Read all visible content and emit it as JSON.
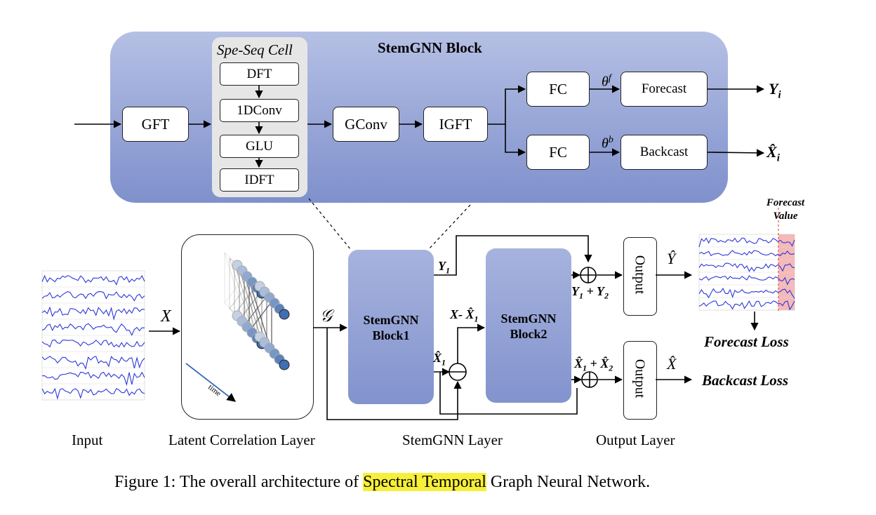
{
  "block": {
    "title": "StemGNN Block",
    "speseq_title": "Spe-Seq Cell",
    "speseq_items": [
      "DFT",
      "1DConv",
      "GLU",
      "IDFT"
    ],
    "gft": "GFT",
    "gconv": "GConv",
    "igft": "IGFT",
    "fc_top": "FC",
    "fc_bottom": "FC",
    "theta_f": "θ",
    "theta_f_sup": "f",
    "theta_b": "θ",
    "theta_b_sup": "b",
    "forecast": "Forecast",
    "backcast": "Backcast",
    "y_out": "Y",
    "y_out_sub": "i",
    "x_out": "X̂",
    "x_out_sub": "i"
  },
  "lower": {
    "x_input_label": "X",
    "graph_label": "𝒢",
    "time_label": "time",
    "block1": [
      "StemGNN",
      "Block1"
    ],
    "block2": [
      "StemGNN",
      "Block2"
    ],
    "y1": "Y",
    "y1_sub": "1",
    "x_minus": "X- X̂",
    "x_minus_sub": "1",
    "x1hat": "X̂",
    "x1hat_sub": "1",
    "y_sum": "Y",
    "y_sum_sub1": "1",
    "y_sum_mid": " + Y",
    "y_sum_sub2": "2",
    "x_sum": "X̂",
    "x_sum_sub1": "1",
    "x_sum_mid": " + X̂",
    "x_sum_sub2": "2",
    "output1": "Output",
    "output2": "Output",
    "y_hat": "Ŷ",
    "x_hat": "X̂",
    "forecast_value": [
      "Forecast",
      "Value"
    ],
    "forecast_loss": "Forecast Loss",
    "backcast_loss": "Backcast Loss"
  },
  "captions": {
    "input": "Input",
    "latent": "Latent Correlation Layer",
    "stemgnn_layer": "StemGNN Layer",
    "output_layer": "Output Layer"
  },
  "figure": {
    "prefix": "Figure 1: The overall architecture of ",
    "highlight": "Spectral Temporal",
    "suffix": " Graph Neural Network."
  },
  "colors": {
    "block_bg_top": "#b3bfe3",
    "block_bg_bottom": "#7e8fcb",
    "stem_block": "#8c9cd2",
    "speseq_bg": "#e6e6e6",
    "highlight": "#f7f03a",
    "series_line": "#2b38d6",
    "forecast_band": "#f3a7a8",
    "node_dark": "#3f6fb2",
    "node_light": "#c6d0e4"
  }
}
